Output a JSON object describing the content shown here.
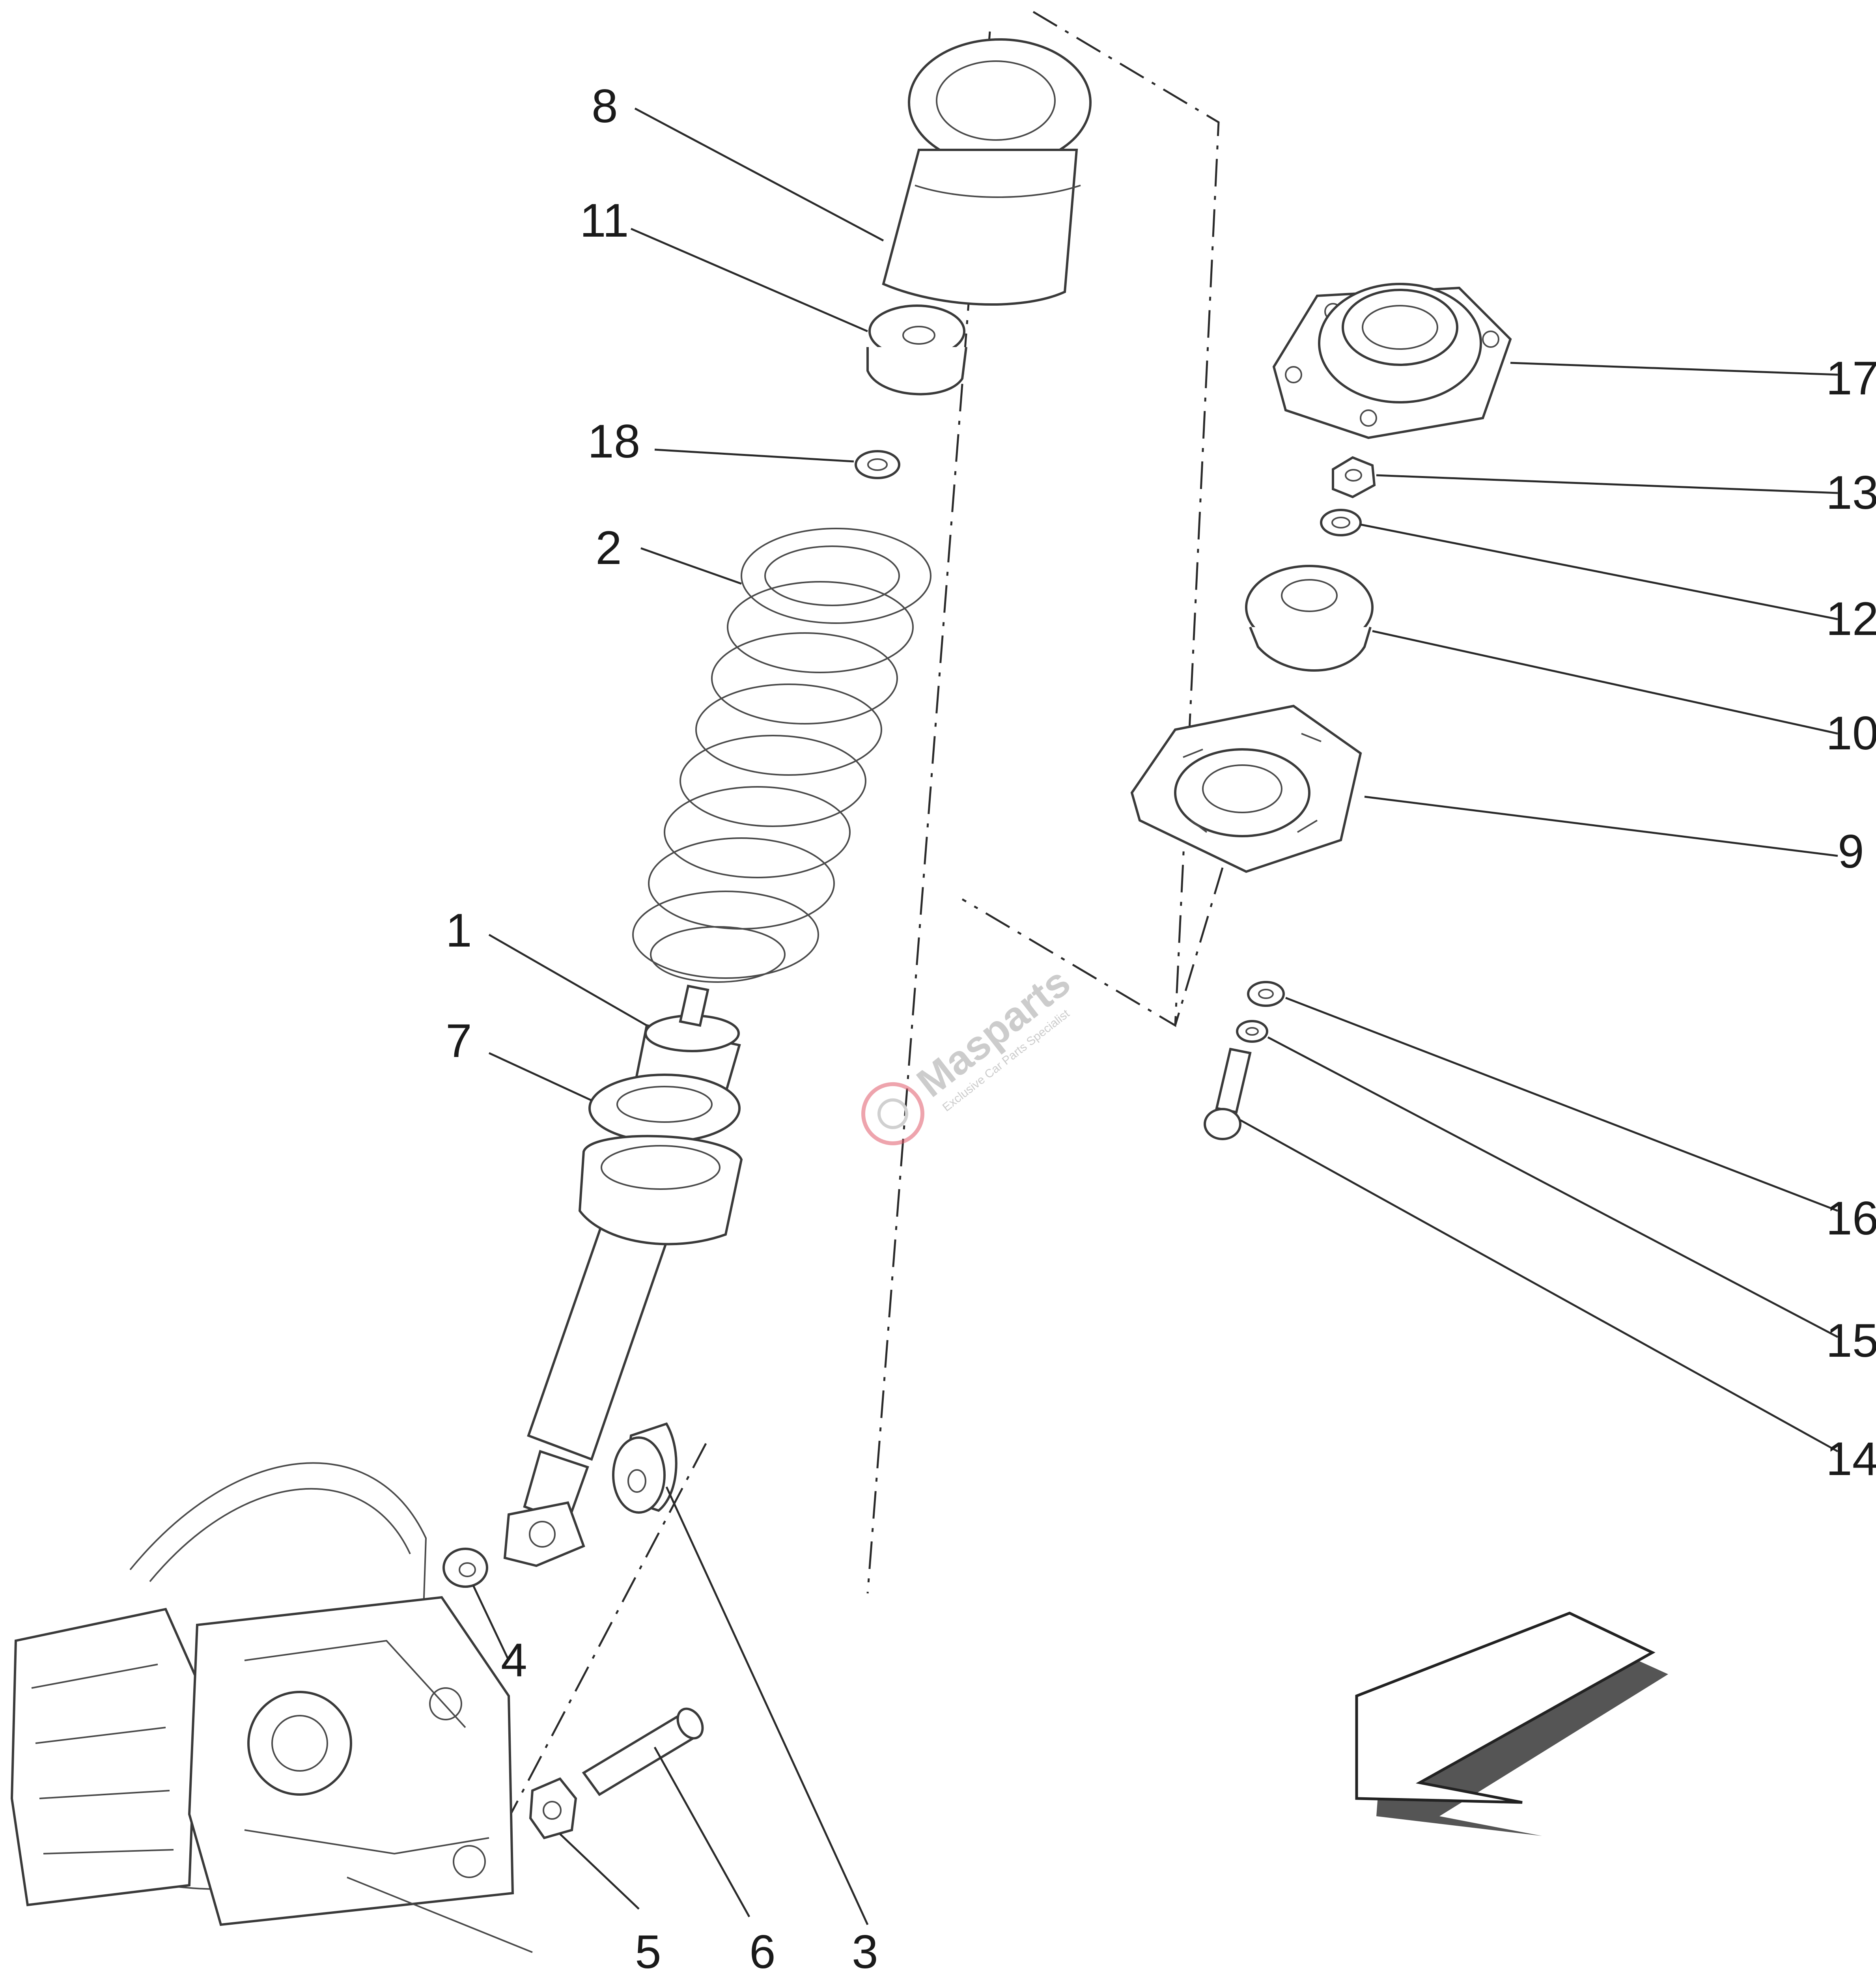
{
  "diagram": {
    "callouts": [
      "1",
      "2",
      "3",
      "4",
      "5",
      "6",
      "7",
      "8",
      "9",
      "10",
      "11",
      "12",
      "13",
      "14",
      "15",
      "16",
      "17",
      "18"
    ]
  },
  "watermark": {
    "brand": "Masparts",
    "tagline": "Exclusive Car Parts Specialist",
    "color": "#c9c9c9",
    "accent": "#e05a6a"
  },
  "direction_arrow": {
    "icon": "front-direction-arrow-icon"
  }
}
